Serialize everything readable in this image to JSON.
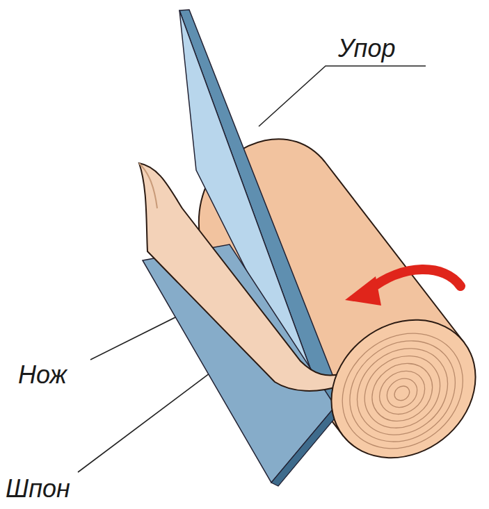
{
  "diagram": {
    "labels": [
      "Упор",
      "Нож",
      "Шпон"
    ]
  }
}
